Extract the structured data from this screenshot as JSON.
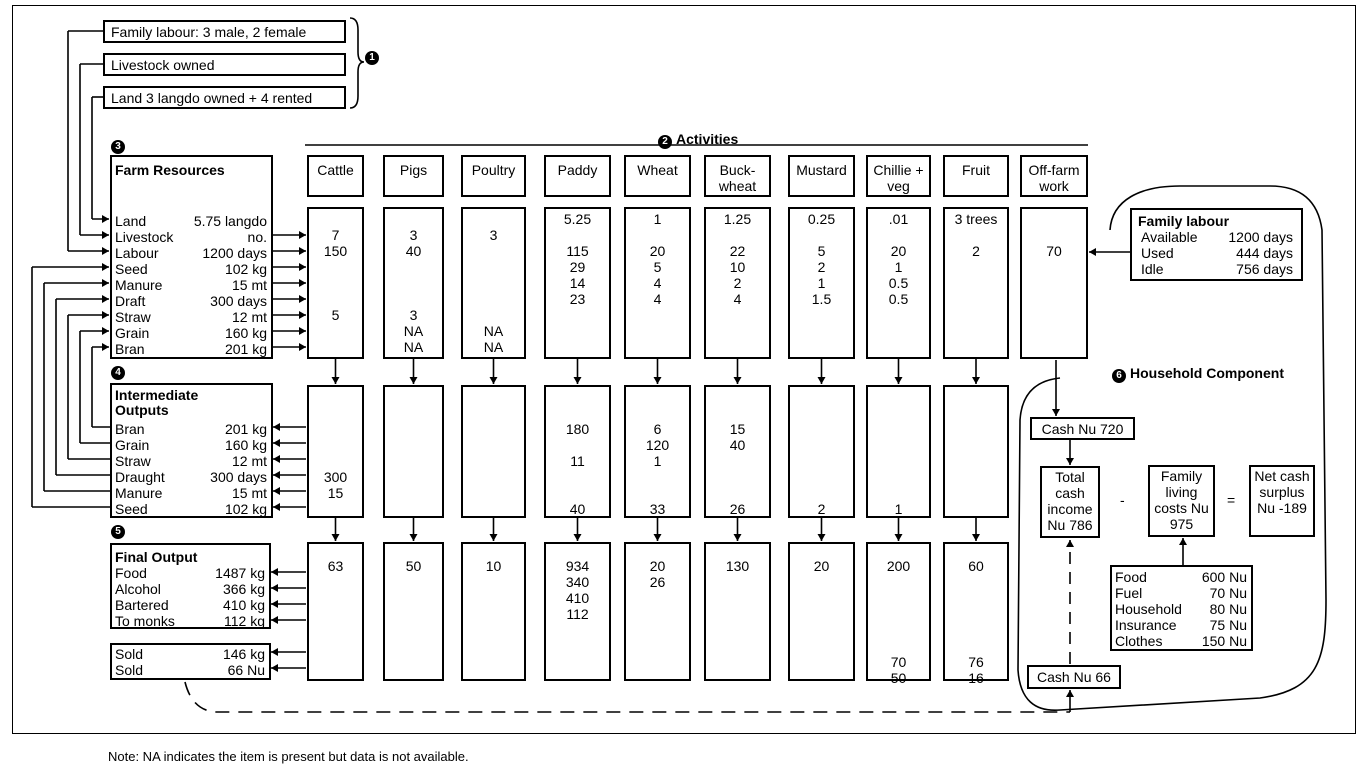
{
  "sources": {
    "family_labour": "Family labour: 3 male, 2 female",
    "livestock": "Livestock owned",
    "land": "Land 3 langdo owned + 4 rented"
  },
  "markers": {
    "m1": "1",
    "m2": "2",
    "m3": "3",
    "m4": "4",
    "m5": "5",
    "m6": "6"
  },
  "activities_title": "Activities",
  "farm_resources": {
    "title": "Farm Resources",
    "rows": [
      [
        "Land",
        "5.75 langdo"
      ],
      [
        "Livestock",
        "no."
      ],
      [
        "Labour",
        "1200 days"
      ],
      [
        "Seed",
        "102 kg"
      ],
      [
        "Manure",
        "15 mt"
      ],
      [
        "Draft",
        "300 days"
      ],
      [
        "Straw",
        "12 mt"
      ],
      [
        "Grain",
        "160 kg"
      ],
      [
        "Bran",
        "201 kg"
      ]
    ]
  },
  "intermediate": {
    "title": "Intermediate Outputs",
    "rows": [
      [
        "Bran",
        "201 kg"
      ],
      [
        "Grain",
        "160 kg"
      ],
      [
        "Straw",
        "12 mt"
      ],
      [
        "Draught",
        "300 days"
      ],
      [
        "Manure",
        "15 mt"
      ],
      [
        "Seed",
        "102 kg"
      ]
    ]
  },
  "final_output": {
    "title": "Final Output",
    "rows": [
      [
        "Food",
        "1487 kg"
      ],
      [
        "Alcohol",
        "366 kg"
      ],
      [
        "Bartered",
        "410 kg"
      ],
      [
        "To monks",
        "112 kg"
      ]
    ],
    "sold": [
      [
        "Sold",
        "146 kg"
      ],
      [
        "Sold",
        "66 Nu"
      ]
    ]
  },
  "activities": [
    {
      "name": "Cattle",
      "inputs": [
        "",
        "7",
        "150",
        "",
        "",
        "",
        "5",
        "",
        ""
      ],
      "inter": [
        "",
        "",
        "",
        "300",
        "15",
        ""
      ],
      "final": [
        "63",
        "",
        "",
        "",
        "",
        ""
      ]
    },
    {
      "name": "Pigs",
      "inputs": [
        "",
        "3",
        "40",
        "",
        "",
        "",
        "3",
        "NA",
        "NA"
      ],
      "inter": [
        "",
        "",
        "",
        "",
        "",
        ""
      ],
      "final": [
        "50",
        "",
        "",
        "",
        "",
        ""
      ]
    },
    {
      "name": "Poultry",
      "inputs": [
        "",
        "3",
        "",
        "",
        "",
        "",
        "",
        "NA",
        "NA"
      ],
      "inter": [
        "",
        "",
        "",
        "",
        "",
        ""
      ],
      "final": [
        "10",
        "",
        "",
        "",
        "",
        ""
      ]
    },
    {
      "name": "Paddy",
      "inputs": [
        "5.25",
        "",
        "115",
        "29",
        "14",
        "23",
        "",
        "",
        ""
      ],
      "inter": [
        "180",
        "",
        "11",
        "",
        "",
        "40"
      ],
      "final": [
        "934",
        "340",
        "410",
        "112",
        "",
        ""
      ]
    },
    {
      "name": "Wheat",
      "inputs": [
        "1",
        "",
        "20",
        "5",
        "4",
        "4",
        "",
        "",
        ""
      ],
      "inter": [
        "6",
        "120",
        "1",
        "",
        "",
        "33"
      ],
      "final": [
        "20",
        "26",
        "",
        "",
        "",
        ""
      ]
    },
    {
      "name": "Buck-wheat",
      "inputs": [
        "1.25",
        "",
        "22",
        "10",
        "2",
        "4",
        "",
        "",
        ""
      ],
      "inter": [
        "15",
        "40",
        "",
        "",
        "",
        "26"
      ],
      "final": [
        "130",
        "",
        "",
        "",
        "",
        ""
      ]
    },
    {
      "name": "Mustard",
      "inputs": [
        "0.25",
        "",
        "5",
        "2",
        "1",
        "1.5",
        "",
        "",
        ""
      ],
      "inter": [
        "",
        "",
        "",
        "",
        "",
        "2"
      ],
      "final": [
        "20",
        "",
        "",
        "",
        "",
        ""
      ]
    },
    {
      "name": "Chillie + veg",
      "inputs": [
        ".01",
        "",
        "20",
        "1",
        "0.5",
        "0.5",
        "",
        "",
        ""
      ],
      "inter": [
        "",
        "",
        "",
        "",
        "",
        "1"
      ],
      "final": [
        "200",
        "",
        "",
        "",
        "70",
        "50"
      ]
    },
    {
      "name": "Fruit",
      "inputs": [
        "3 trees",
        "",
        "2",
        "",
        "",
        "",
        "",
        "",
        ""
      ],
      "inter": [
        "",
        "",
        "",
        "",
        "",
        ""
      ],
      "final": [
        "60",
        "",
        "",
        "",
        "76",
        "16"
      ]
    },
    {
      "name": "Off-farm work",
      "inputs": [
        "",
        "",
        "70",
        "",
        "",
        "",
        "",
        "",
        ""
      ]
    }
  ],
  "family_labour": {
    "title": "Family labour",
    "rows": [
      [
        "Available",
        "1200 days"
      ],
      [
        "Used",
        "444 days"
      ],
      [
        "Idle",
        "756 days"
      ]
    ]
  },
  "household": {
    "title": "Household Component",
    "cash720": "Cash Nu 720",
    "cash66": "Cash Nu 66",
    "total": "Total cash income Nu 786",
    "minus": "-",
    "living": "Family living costs Nu 975",
    "equals": "=",
    "net": "Net cash surplus Nu -189",
    "costs": [
      [
        "Food",
        "600 Nu"
      ],
      [
        "Fuel",
        "70 Nu"
      ],
      [
        "Household",
        "80 Nu"
      ],
      [
        "Insurance",
        "75 Nu"
      ],
      [
        "Clothes",
        "150 Nu"
      ]
    ]
  },
  "note": "Note: NA indicates the item is present but data is not available."
}
